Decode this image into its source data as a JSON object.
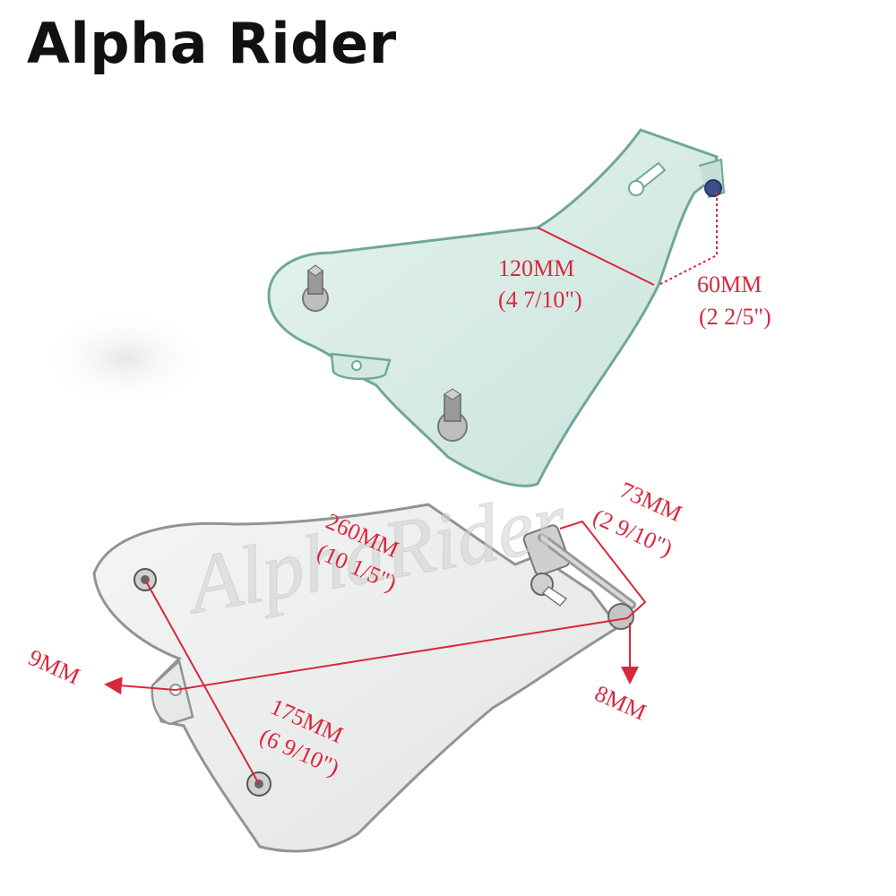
{
  "brand": {
    "name": "Alpha Rider",
    "color": "#111111"
  },
  "watermark": {
    "text": "AlphaRider"
  },
  "colors": {
    "dimension": "#d8283c",
    "plate_top_fill": "#dbece7",
    "plate_top_edge": "#6fa79a",
    "plate_bottom_fill": "#eef0ef",
    "plate_bottom_edge": "#8f9592",
    "hardware": "#8a8a8a"
  },
  "dimensions": {
    "top_width_mm": "120MM",
    "top_width_in": "(4  7/10\")",
    "top_depth_mm": "60MM",
    "top_depth_in": "(2  2/5\")",
    "length_mm": "260MM",
    "length_in": "(10  1/5\")",
    "pin_mm": "73MM",
    "pin_in": "(2  9/10\")",
    "bolt_spacing_mm": "175MM",
    "bolt_spacing_in": "(6  9/10\")",
    "hole_left": "9MM",
    "hole_right": "8MM"
  }
}
